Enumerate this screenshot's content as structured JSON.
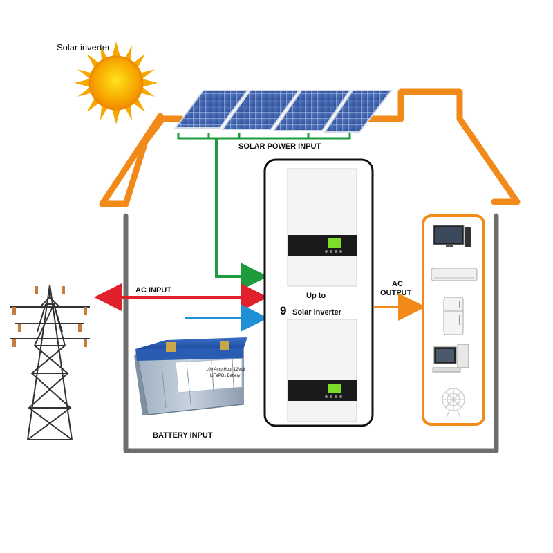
{
  "header": {
    "sun_label": "Solar inverter"
  },
  "labels": {
    "solar_power_input": "SOLAR POWER INPUT",
    "ac_input": "AC INPUT",
    "battery_input": "BATTERY INPUT",
    "ac_output_line1": "AC",
    "ac_output_line2": "OUTPUT",
    "up_to": "Up to",
    "count": "9",
    "solar_inverter": "Solar inverter"
  },
  "battery": {
    "line1": "100 Amp Hour 12Volt",
    "line2": "LiFePO₄ Battery"
  },
  "colors": {
    "house_outline": "#f28a1a",
    "house_walls": "#6e6e6e",
    "solar_line": "#1e9b3c",
    "ac_line": "#e0202a",
    "battery_line": "#1f8fd6",
    "output_line": "#f28a1a",
    "panel_blue": "#3c5fa8",
    "inverter_screen": "#7ddc2a"
  },
  "appliances": [
    "tv-icon",
    "air-conditioner-icon",
    "refrigerator-icon",
    "desktop-computer-icon",
    "lamp-icon"
  ]
}
